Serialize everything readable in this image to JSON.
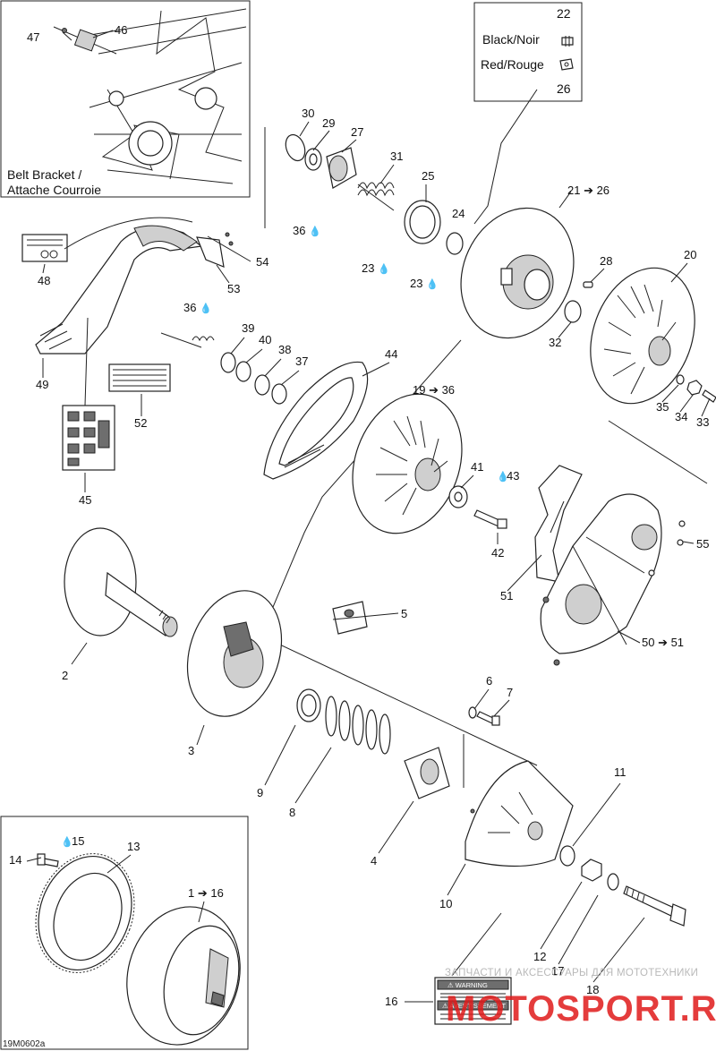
{
  "insets": {
    "belt_bracket": "Belt Bracket /\nAttache Courroie",
    "legend_top": "22",
    "legend_black": "Black/Noir",
    "legend_red": "Red/Rouge",
    "legend_bottom": "26"
  },
  "labels": {
    "p1": "1 ➔ 16",
    "p2": "2",
    "p3": "3",
    "p4": "4",
    "p5": "5",
    "p6": "6",
    "p7": "7",
    "p8": "8",
    "p9": "9",
    "p10": "10",
    "p11": "11",
    "p12": "12",
    "p13": "13",
    "p14": "14",
    "p15": "15",
    "p16": "16",
    "p17": "17",
    "p18": "18",
    "p19": "19 ➔ 36",
    "p20": "20",
    "p21": "21 ➔ 26",
    "p23a": "23",
    "p23b": "23",
    "p24": "24",
    "p25": "25",
    "p27": "27",
    "p28": "28",
    "p29": "29",
    "p30": "30",
    "p31": "31",
    "p32": "32",
    "p33": "33",
    "p34": "34",
    "p35": "35",
    "p36a": "36",
    "p36b": "36",
    "p37": "37",
    "p38": "38",
    "p39": "39",
    "p40": "40",
    "p41": "41",
    "p42": "42",
    "p43": "43",
    "p44": "44",
    "p45": "45",
    "p46": "46",
    "p47": "47",
    "p48": "48",
    "p49": "49",
    "p50": "50 ➔ 51",
    "p51": "51",
    "p52": "52",
    "p53": "53",
    "p54": "54",
    "p55": "55"
  },
  "warning_label": {
    "line1": "⚠ WARNING",
    "line2": "⚠ AVERTISSEMENT"
  },
  "watermark": {
    "top": "ЗАПЧАСТИ И АКСЕССУАРЫ ДЛЯ МОТОТЕХНИКИ",
    "main": "MOTOSPORT.RU"
  },
  "drawing_code": "19M0602a",
  "colors": {
    "ink": "#222222",
    "watermark_red": "#e01b1b",
    "watermark_gray": "#b9b9b9"
  }
}
